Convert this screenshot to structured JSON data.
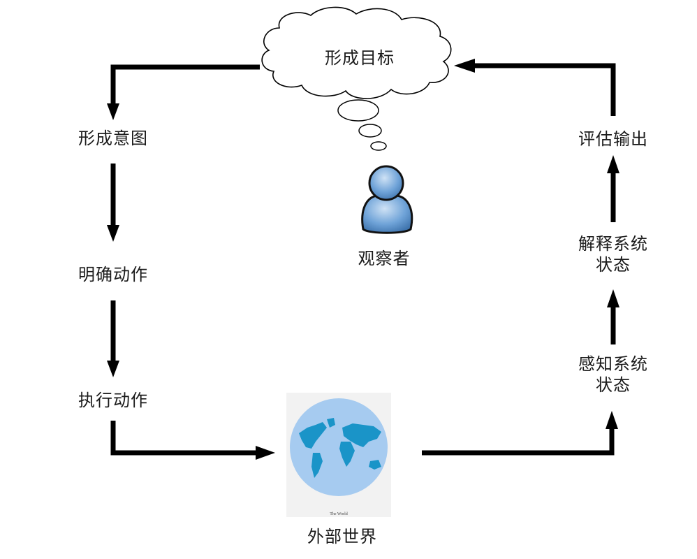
{
  "diagram": {
    "title": "Norman's seven stages of action",
    "cloud_label": "形成目标",
    "observer_label": "观察者",
    "world_label": "外部世界",
    "world_image_caption": "The World",
    "left_steps": [
      {
        "id": "form-intention",
        "label": "形成意图"
      },
      {
        "id": "specify-action",
        "label": "明确动作"
      },
      {
        "id": "execute-action",
        "label": "执行动作"
      }
    ],
    "right_steps": [
      {
        "id": "perceive-state",
        "label": "感知系统\n状态"
      },
      {
        "id": "interpret-state",
        "label": "解释系统\n状态"
      },
      {
        "id": "evaluate-output",
        "label": "评估输出"
      }
    ],
    "colors": {
      "arrow": "#000000",
      "person_fill": "#6fa3d8",
      "globe_ocean": "#a6cbf0",
      "globe_land": "#1a94c8",
      "globe_bg": "#f2f2f2"
    },
    "flow": [
      "形成目标 → 形成意图",
      "形成意图 → 明确动作",
      "明确动作 → 执行动作",
      "执行动作 → 外部世界",
      "外部世界 → 感知系统状态",
      "感知系统状态 → 解释系统状态",
      "解释系统状态 → 评估输出",
      "评估输出 → 形成目标"
    ]
  }
}
